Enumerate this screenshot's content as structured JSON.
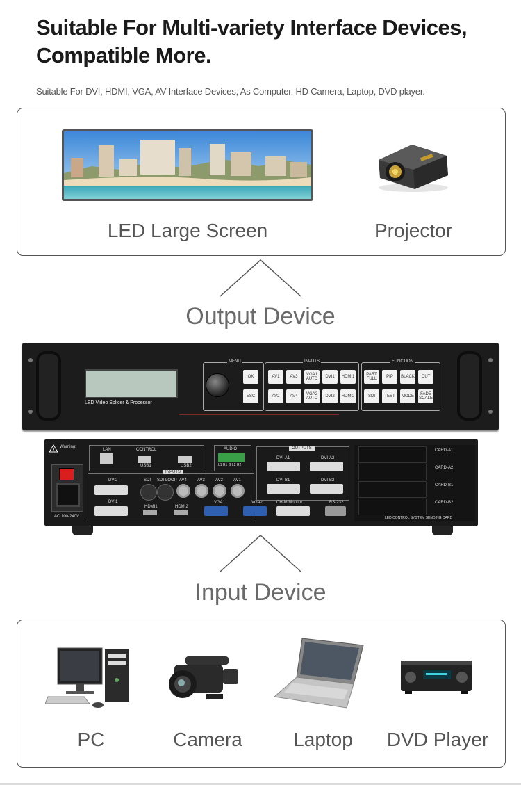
{
  "header": {
    "title_line1": "Suitable For Multi-variety Interface Devices,",
    "title_line2": "Compatible More.",
    "subtitle": "Suitable For DVI, HDMI, VGA, AV Interface Devices, As Computer, HD Camera, Laptop, DVD player."
  },
  "output": {
    "section_label": "Output Device",
    "devices": [
      {
        "label": "LED Large Screen",
        "icon": "led-screen-icon"
      },
      {
        "label": "Projector",
        "icon": "projector-icon"
      }
    ]
  },
  "input": {
    "section_label": "Input Device",
    "devices": [
      {
        "label": "PC",
        "icon": "pc-icon"
      },
      {
        "label": "Camera",
        "icon": "camera-icon"
      },
      {
        "label": "Laptop",
        "icon": "laptop-icon"
      },
      {
        "label": "DVD Player",
        "icon": "dvd-player-icon"
      }
    ]
  },
  "front_panel": {
    "lcd_caption": "LED Video Splicer & Processor",
    "menu_label": "MENU",
    "inputs_label": "INPUTS",
    "function_label": "FUNCTION",
    "menu_buttons": [
      "OK",
      "ESC"
    ],
    "input_buttons": [
      "AV1",
      "AV3",
      "VGA1 AUTO",
      "DVI1",
      "HDMI1",
      "AV2",
      "AV4",
      "VGA2 AUTO",
      "DVI2",
      "HDMI2"
    ],
    "function_buttons": [
      "PART FULL",
      "PIP",
      "BLACK",
      "OUT",
      "SDI",
      "TEST",
      "MODE",
      "FADE SCALE"
    ]
  },
  "rear_panel": {
    "warning": "Warning:",
    "power_label": "AC 100-240V",
    "lan": "LAN",
    "control": "CONTROL",
    "usb1": "USB1",
    "usb2": "USB2",
    "audio": "AUDIO",
    "audio_pins": "L1 R1 G L2 R2",
    "outputs": "OUTPUTS",
    "inputs": "INPUTS",
    "input_ports": [
      "DVI2",
      "SDI",
      "SDI-LOOP",
      "AV4",
      "AV3",
      "AV2",
      "AV1"
    ],
    "input_ports_row2": [
      "DVI1",
      "HDMI1",
      "HDMI2",
      "VGA1",
      "VGA2"
    ],
    "output_ports": [
      "DVI-A1",
      "DVI-A2",
      "DVI-B1",
      "DVI-B2"
    ],
    "monitor": "CH-M/Monitor",
    "rs232": "RS-232",
    "cards": [
      "CARD-A1",
      "CARD-A2",
      "CARD-B1",
      "CARD-B2"
    ],
    "card_caption": "LED CONTROL SYSTEM SENDING CARD"
  },
  "colors": {
    "text_dark": "#1a1a1a",
    "label_gray": "#555555",
    "device_body": "#1c1c1c",
    "button_face": "#f2f2f2",
    "lcd": "#b9c8bf",
    "power_switch": "#d81e1e"
  }
}
